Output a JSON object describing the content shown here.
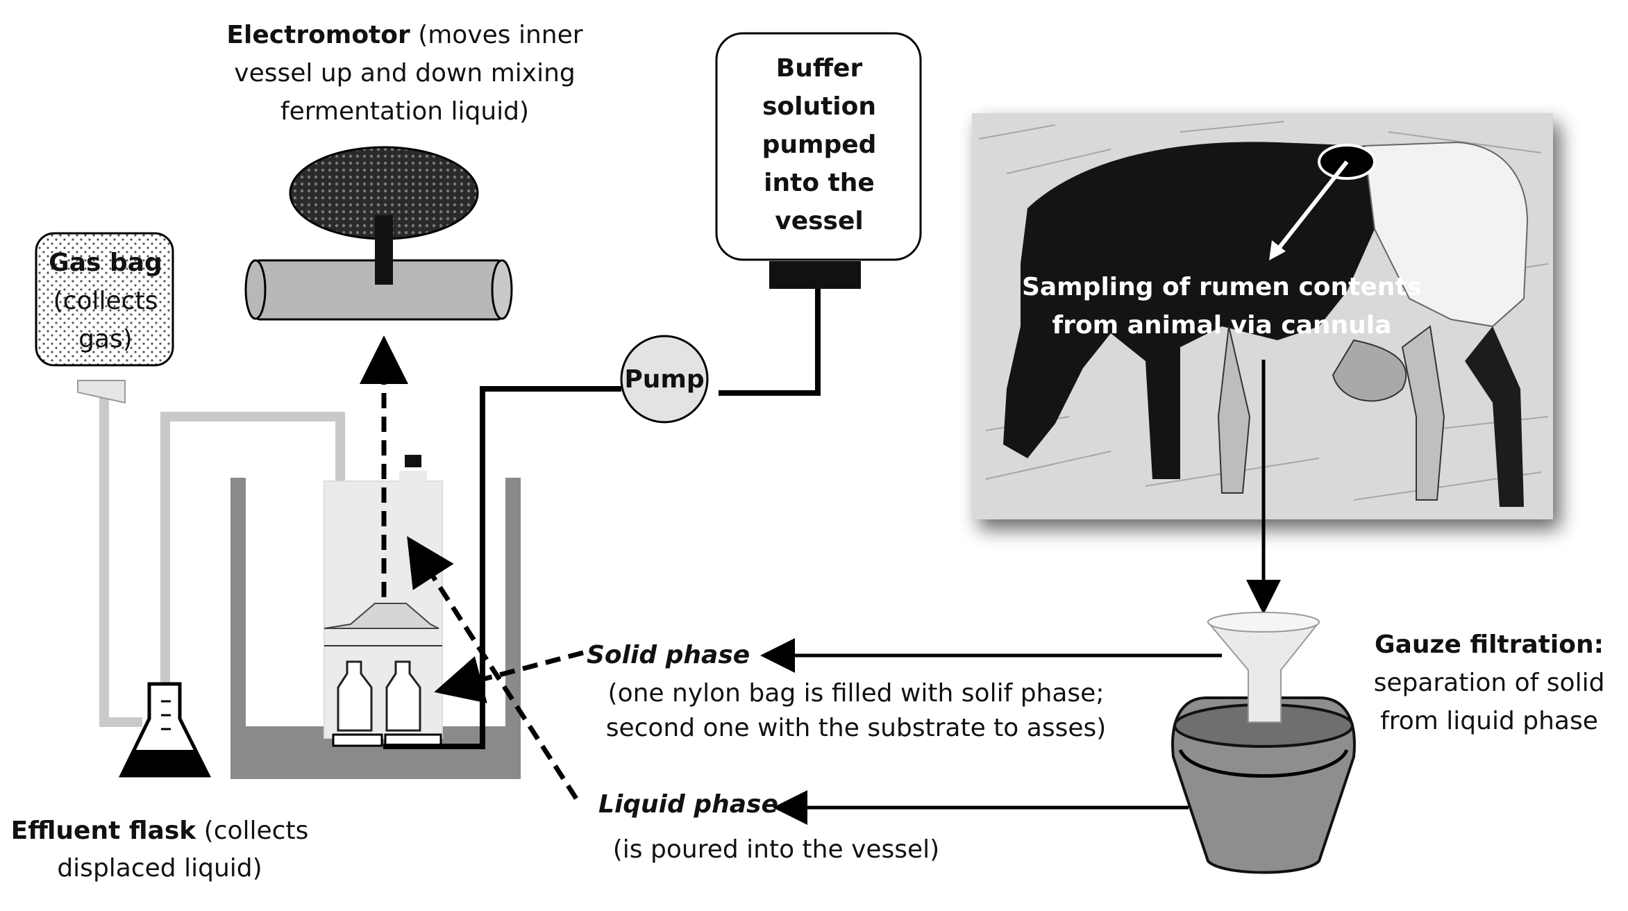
{
  "labels": {
    "electromotor_bold": "Electromotor",
    "electromotor_rest_1": " (moves inner",
    "electromotor_rest_2": "vessel up and down mixing",
    "electromotor_rest_3": "fermentation liquid)",
    "buffer_1": "Buffer",
    "buffer_2": "solution",
    "buffer_3": "pumped",
    "buffer_4": "into the",
    "buffer_5": "vessel",
    "gasbag_1": "Gas bag",
    "gasbag_2": "(collects",
    "gasbag_3": "gas)",
    "pump": "Pump",
    "sampling_1": "Sampling of rumen contents",
    "sampling_2": "from animal via cannula",
    "solid_phase": "Solid phase",
    "solid_desc_1": "(one nylon bag is filled with solif phase;",
    "solid_desc_2": "second one with the substrate to asses)",
    "liquid_phase": "Liquid phase",
    "liquid_desc": "(is poured into the vessel)",
    "gauze_bold": "Gauze filtration:",
    "gauze_2": "separation of solid",
    "gauze_3": "from liquid phase",
    "effluent_bold": "Effluent flask",
    "effluent_rest_1": " (collects",
    "effluent_rest_2": "displaced liquid)"
  },
  "colors": {
    "line": "#000000",
    "motor_body": "#b8b8b8",
    "pump_fill": "#e3e3e3",
    "tank": "#8a8a8a",
    "vessel": "#ebebeb",
    "photo_bg": "#d9d9d9"
  }
}
